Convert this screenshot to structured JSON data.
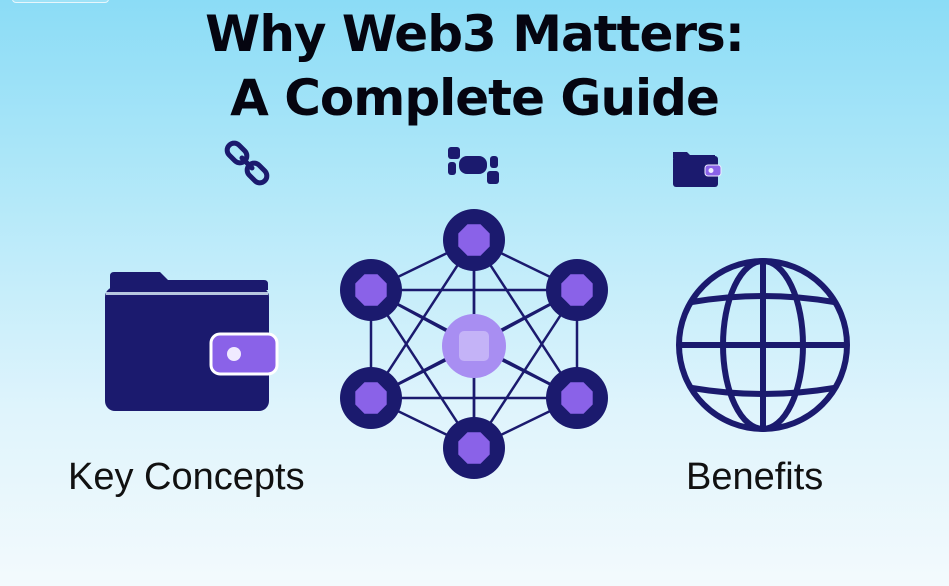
{
  "title": {
    "line1": "Why Web3 Matters:",
    "line2": "A Complete Guide"
  },
  "icons": [
    "chain-link-icon",
    "blocks-icon",
    "wallet-icon",
    "network-icon",
    "globe-icon"
  ],
  "labels": {
    "left": "Key Concepts",
    "right": "Benefits"
  },
  "colors": {
    "navy": "#1b1a6e",
    "purple": "#8a62e8",
    "light_purple": "#a88ef2"
  }
}
